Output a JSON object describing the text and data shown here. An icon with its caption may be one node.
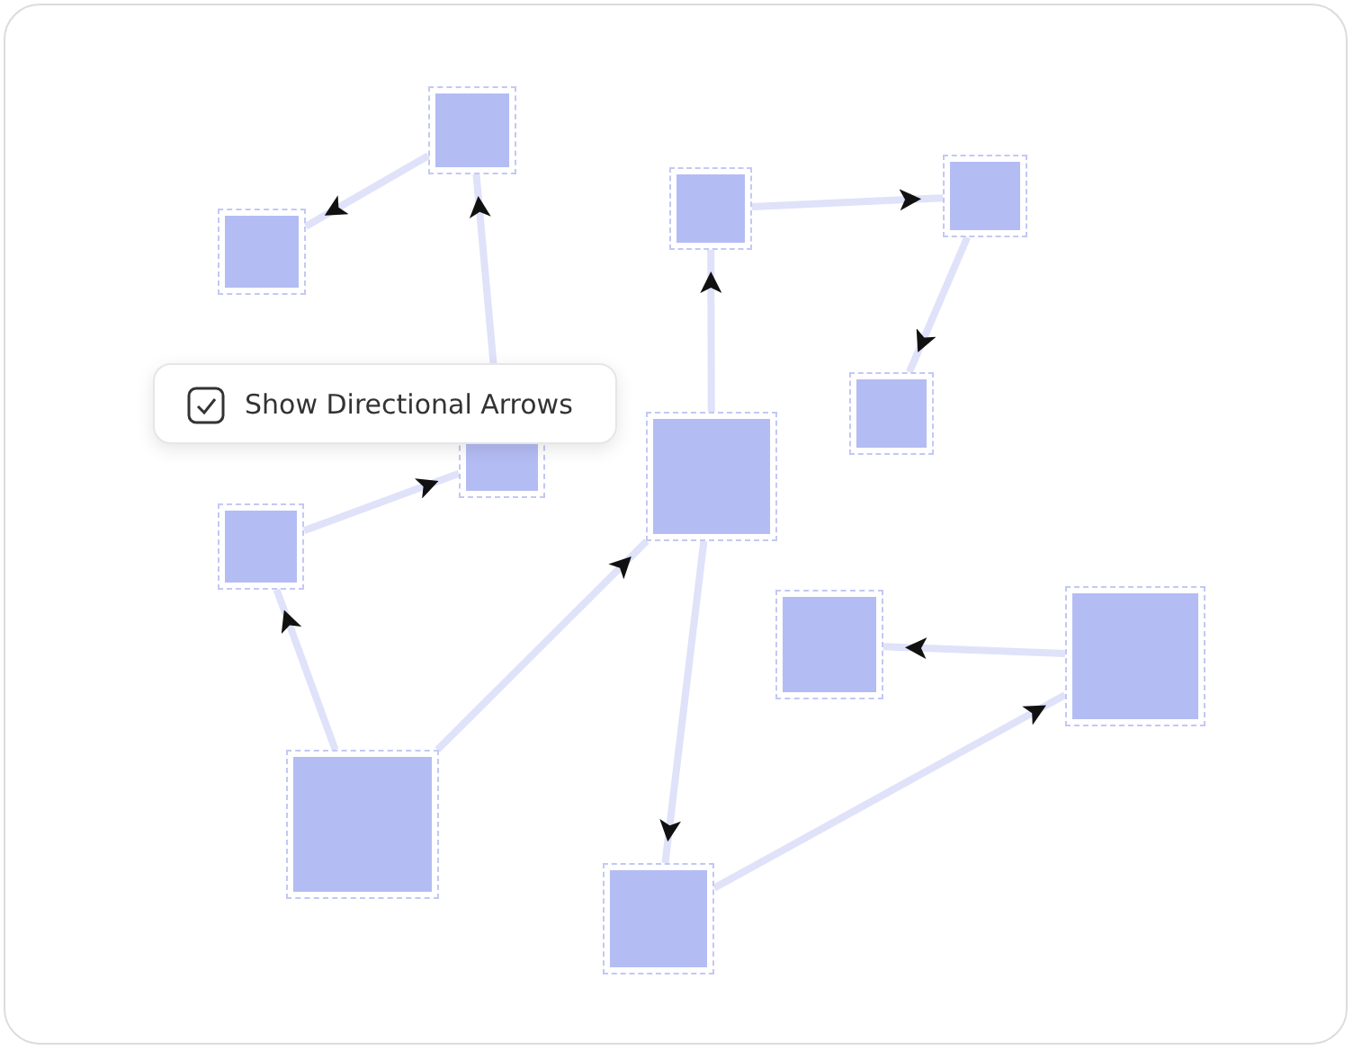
{
  "diagram": {
    "nodes": [
      {
        "text": [],
        "shape": "box"
      },
      {
        "text": [],
        "shape": "box"
      },
      {
        "text": [],
        "shape": "box"
      },
      {
        "text": [],
        "shape": "box"
      },
      {
        "text": [],
        "shape": "box"
      },
      {
        "text": [],
        "shape": "box"
      },
      {
        "text": [],
        "shape": "box"
      },
      {
        "text": [],
        "shape": "box"
      },
      {
        "text": [],
        "shape": "box"
      },
      {
        "text": [],
        "shape": "box"
      },
      {
        "text": [],
        "shape": "box"
      },
      {
        "text": [],
        "shape": "box"
      }
    ],
    "edges": [
      {
        "from": 0,
        "to": 1,
        "arrow": "to"
      },
      {
        "from": 5,
        "to": 0,
        "arrow": "to"
      },
      {
        "from": 7,
        "to": 5,
        "arrow": "to"
      },
      {
        "from": 10,
        "to": 7,
        "arrow": "to"
      },
      {
        "from": 10,
        "to": 6,
        "arrow": "to"
      },
      {
        "from": 6,
        "to": 2,
        "arrow": "to"
      },
      {
        "from": 2,
        "to": 3,
        "arrow": "to"
      },
      {
        "from": 3,
        "to": 4,
        "arrow": "to"
      },
      {
        "from": 6,
        "to": 11,
        "arrow": "to"
      },
      {
        "from": 11,
        "to": 9,
        "arrow": "to"
      },
      {
        "from": 9,
        "to": 8,
        "arrow": "to"
      }
    ],
    "labels": [
      "Show Directional Arrows"
    ]
  }
}
